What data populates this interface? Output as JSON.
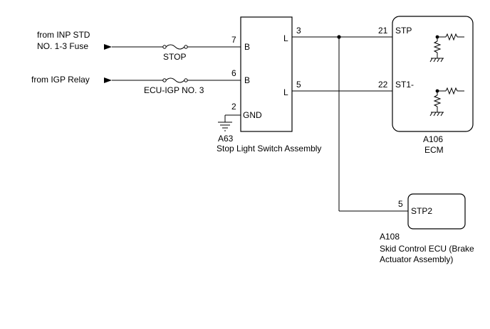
{
  "sources": {
    "inp_std_line1": "from INP STD",
    "inp_std_line2": "NO. 1-3 Fuse",
    "igp_relay": "from IGP Relay"
  },
  "fuses": {
    "stop": "STOP",
    "ecu_igp": "ECU-IGP NO. 3"
  },
  "switch": {
    "code": "A63",
    "name": "Stop Light Switch Assembly",
    "pins": {
      "p7": "7",
      "p7_term": "B",
      "p6": "6",
      "p6_term": "B",
      "p2": "2",
      "p2_term": "GND",
      "p3": "3",
      "p3_term": "L",
      "p5": "5",
      "p5_term": "L"
    }
  },
  "ecm": {
    "code": "A106",
    "name": "ECM",
    "pins": {
      "p21": "21",
      "p21_term": "STP",
      "p22": "22",
      "p22_term": "ST1-"
    }
  },
  "skid": {
    "code": "A108",
    "name_line1": "Skid Control ECU (Brake",
    "name_line2": "Actuator Assembly)",
    "pins": {
      "p5": "5",
      "p5_term": "STP2"
    }
  }
}
